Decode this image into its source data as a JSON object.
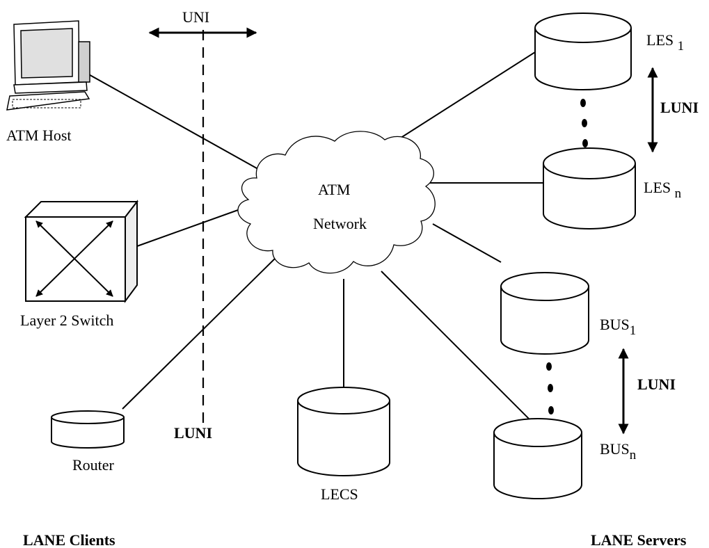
{
  "labels": {
    "uni": "UNI",
    "atm_host": "ATM Host",
    "layer2_switch": "Layer 2 Switch",
    "router": "Router",
    "luni_center": "LUNI",
    "lecs": "LECS",
    "atm_network_line1": "ATM",
    "atm_network_line2": "Network",
    "les_name": "LES",
    "les_1_sub": "1",
    "les_n_sub": "n",
    "luni_les": "LUNI",
    "bus_name": "BUS",
    "bus_1_sub": "1",
    "bus_n_sub": "n",
    "luni_bus": "LUNI",
    "lane_clients": "LANE Clients",
    "lane_servers": "LANE Servers"
  }
}
